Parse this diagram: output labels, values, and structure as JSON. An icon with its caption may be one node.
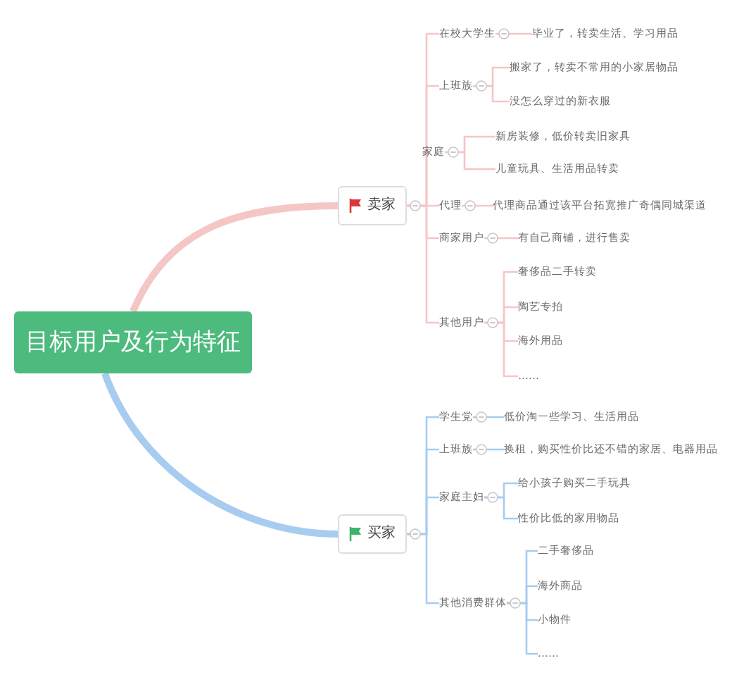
{
  "diagram": {
    "nodes": [
      {
        "text": [
          "目标用户及行为特征"
        ]
      },
      {
        "text": [
          "卖家"
        ]
      },
      {
        "text": [
          "在校大学生"
        ]
      },
      {
        "text": [
          "毕业了，转卖生活、学习用品"
        ]
      },
      {
        "text": [
          "上班族"
        ]
      },
      {
        "text": [
          "搬家了，转卖不常用的小家居物品"
        ]
      },
      {
        "text": [
          "没怎么穿过的新衣服"
        ]
      },
      {
        "text": [
          "家庭"
        ]
      },
      {
        "text": [
          "新房装修，低价转卖旧家具"
        ]
      },
      {
        "text": [
          "儿童玩具、生活用品转卖"
        ]
      },
      {
        "text": [
          "代理"
        ]
      },
      {
        "text": [
          "代理商品通过该平台拓宽推广奇偶同城渠道"
        ]
      },
      {
        "text": [
          "商家用户"
        ]
      },
      {
        "text": [
          "有自己商铺，进行售卖"
        ]
      },
      {
        "text": [
          "其他用户"
        ]
      },
      {
        "text": [
          "奢侈品二手转卖"
        ]
      },
      {
        "text": [
          "陶艺专拍"
        ]
      },
      {
        "text": [
          "海外用品"
        ]
      },
      {
        "text": [
          "……"
        ]
      },
      {
        "text": [
          "买家"
        ]
      },
      {
        "text": [
          "学生党"
        ]
      },
      {
        "text": [
          "低价淘一些学习、生活用品"
        ]
      },
      {
        "text": [
          "上班族"
        ]
      },
      {
        "text": [
          "换租，购买性价比还不错的家居、电器用品"
        ]
      },
      {
        "text": [
          "家庭主妇"
        ]
      },
      {
        "text": [
          "给小孩子购买二手玩具"
        ]
      },
      {
        "text": [
          "性价比低的家用物品"
        ]
      },
      {
        "text": [
          "其他消费群体"
        ]
      },
      {
        "text": [
          "二手奢侈品"
        ]
      },
      {
        "text": [
          "海外商品"
        ]
      },
      {
        "text": [
          "小物件"
        ]
      },
      {
        "text": [
          "……"
        ]
      }
    ],
    "edges": [
      {
        "from": 0,
        "to": 1,
        "arrow": "none",
        "style": "thick"
      },
      {
        "from": 0,
        "to": 19,
        "arrow": "none",
        "style": "thick",
        "color": "#a8ccef"
      },
      {
        "from": 1,
        "to": 2,
        "arrow": "none"
      },
      {
        "from": 1,
        "to": 4,
        "arrow": "none"
      },
      {
        "from": 1,
        "to": 7,
        "arrow": "none"
      },
      {
        "from": 1,
        "to": 10,
        "arrow": "none"
      },
      {
        "from": 1,
        "to": 12,
        "arrow": "none"
      },
      {
        "from": 1,
        "to": 14,
        "arrow": "none"
      },
      {
        "from": 2,
        "to": 3,
        "arrow": "none"
      },
      {
        "from": 4,
        "to": 5,
        "arrow": "none"
      },
      {
        "from": 4,
        "to": 6,
        "arrow": "none"
      },
      {
        "from": 7,
        "to": 8,
        "arrow": "none"
      },
      {
        "from": 7,
        "to": 9,
        "arrow": "none"
      },
      {
        "from": 10,
        "to": 11,
        "arrow": "none"
      },
      {
        "from": 12,
        "to": 13,
        "arrow": "none"
      },
      {
        "from": 14,
        "to": 15,
        "arrow": "none"
      },
      {
        "from": 14,
        "to": 16,
        "arrow": "none"
      },
      {
        "from": 14,
        "to": 17,
        "arrow": "none"
      },
      {
        "from": 14,
        "to": 18,
        "arrow": "none"
      },
      {
        "from": 19,
        "to": 20,
        "arrow": "none",
        "color": "#a8ccef"
      },
      {
        "from": 19,
        "to": 22,
        "arrow": "none",
        "color": "#a8ccef"
      },
      {
        "from": 19,
        "to": 24,
        "arrow": "none",
        "color": "#a8ccef"
      },
      {
        "from": 19,
        "to": 27,
        "arrow": "none",
        "color": "#a8ccef"
      },
      {
        "from": 20,
        "to": 21,
        "arrow": "none",
        "color": "#a8ccef"
      },
      {
        "from": 22,
        "to": 23,
        "arrow": "none",
        "color": "#a8ccef"
      },
      {
        "from": 24,
        "to": 25,
        "arrow": "none",
        "color": "#a8ccef"
      },
      {
        "from": 24,
        "to": 26,
        "arrow": "none",
        "color": "#a8ccef"
      },
      {
        "from": 27,
        "to": 28,
        "arrow": "none",
        "color": "#a8ccef"
      },
      {
        "from": 27,
        "to": 29,
        "arrow": "none",
        "color": "#a8ccef"
      },
      {
        "from": 27,
        "to": 30,
        "arrow": "none",
        "color": "#a8ccef"
      },
      {
        "from": 27,
        "to": 31,
        "arrow": "none",
        "color": "#a8ccef"
      }
    ]
  }
}
